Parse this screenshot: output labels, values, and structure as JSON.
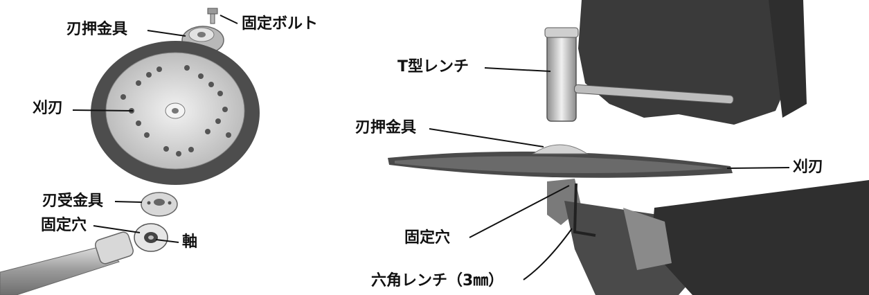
{
  "left_panel": {
    "labels": {
      "blade_press_fitting": "刃押金具",
      "fixing_bolt": "固定ボルト",
      "blade": "刈刃",
      "blade_receiver_fitting": "刃受金具",
      "fixing_hole": "固定穴",
      "shaft": "軸"
    }
  },
  "right_panel": {
    "labels": {
      "t_wrench": "T型レンチ",
      "blade_press_fitting": "刃押金具",
      "blade": "刈刃",
      "fixing_hole": "固定穴",
      "hex_wrench": "六角レンチ（3㎜）"
    }
  },
  "colors": {
    "blade_guard": "#4d4d4d",
    "blade_disc": "#d9d9d9",
    "metal": "#bfbfbf",
    "glove": "#3a3a3a",
    "text": "#111111"
  }
}
